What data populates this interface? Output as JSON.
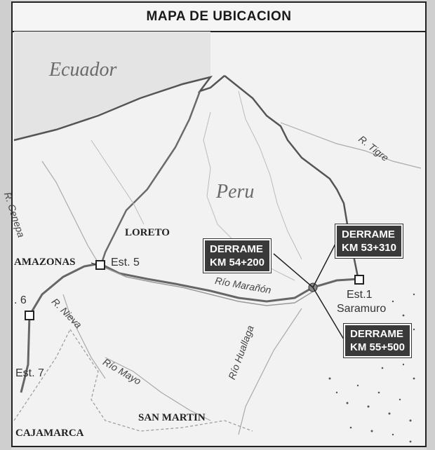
{
  "title": "MAPA DE UBICACION",
  "countries": {
    "ecuador": "Ecuador",
    "peru": "Peru"
  },
  "regions": {
    "loreto": "LORETO",
    "amazonas": "AMAZONAS",
    "san_martin": "SAN MARTIN",
    "cajamarca": "CAJAMARCA"
  },
  "rivers": {
    "cenepa": "R. Cenepa",
    "nieva": "R. Nieva",
    "mayo": "Río Mayo",
    "huallaga": "Río Huallaga",
    "maranon": "Río Marañón",
    "tigre": "R. Tigre"
  },
  "stations": {
    "est5": "Est. 5",
    "est6": ". 6",
    "est7": "Est. 7",
    "est1": "Est.1",
    "saramuro": "Saramuro"
  },
  "callouts": {
    "km54_line1": "DERRAME",
    "km54_line2": "KM 54+200",
    "km53_line1": "DERRAME",
    "km53_line2": "KM 53+310",
    "km55_line1": "DERRAME",
    "km55_line2": "KM 55+500"
  }
}
